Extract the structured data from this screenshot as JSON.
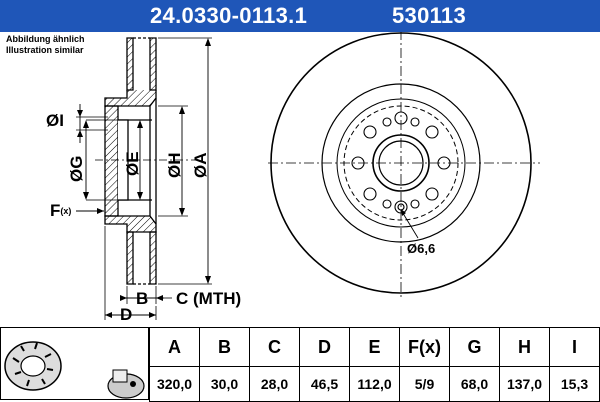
{
  "header": {
    "part_number": "24.0330-0113.1",
    "ref_number": "530113"
  },
  "note": {
    "line1": "Abbildung ähnlich",
    "line2": "Illustration similar"
  },
  "drawing": {
    "labels": {
      "I": "ØI",
      "G": "ØG",
      "E": "ØE",
      "H": "ØH",
      "A": "ØA",
      "F": "F",
      "F_suffix": "(x)",
      "B": "B",
      "C": "C (MTH)",
      "D": "D",
      "bolt_hole": "Ø6,6"
    }
  },
  "spec_table": {
    "headers": [
      "A",
      "B",
      "C",
      "D",
      "E",
      "F(x)",
      "G",
      "H",
      "I"
    ],
    "values": [
      "320,0",
      "30,0",
      "28,0",
      "46,5",
      "112,0",
      "5/9",
      "68,0",
      "137,0",
      "15,3"
    ]
  },
  "colors": {
    "header_bg": "#1f56b8",
    "header_text": "#ffffff"
  }
}
